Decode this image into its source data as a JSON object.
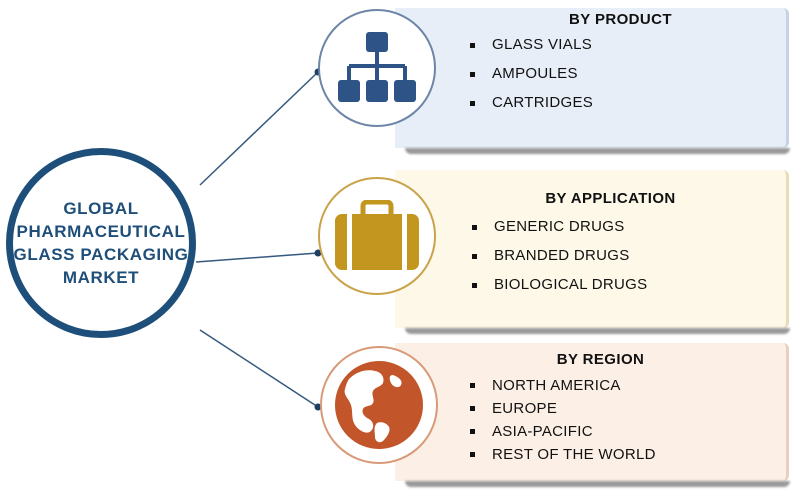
{
  "hub": {
    "title": "GLOBAL PHARMACEUTICAL GLASS PACKAGING MARKET"
  },
  "segments": [
    {
      "heading": "BY PRODUCT",
      "icon": "hierarchy-icon",
      "color": "#2e5487",
      "items": [
        "GLASS VIALS",
        "AMPOULES",
        "CARTRIDGES"
      ]
    },
    {
      "heading": "BY APPLICATION",
      "icon": "briefcase-icon",
      "color": "#c2961f",
      "items": [
        "GENERIC DRUGS",
        "BRANDED DRUGS",
        "BIOLOGICAL DRUGS"
      ]
    },
    {
      "heading": "BY REGION",
      "icon": "globe-icon",
      "color": "#c2552a",
      "items": [
        "NORTH AMERICA",
        "EUROPE",
        "ASIA-PACIFIC",
        "REST OF THE WORLD"
      ]
    }
  ],
  "colors": {
    "hub_border": "#1e4f7a",
    "hub_text": "#1f4f79",
    "connector": "#35597f"
  }
}
